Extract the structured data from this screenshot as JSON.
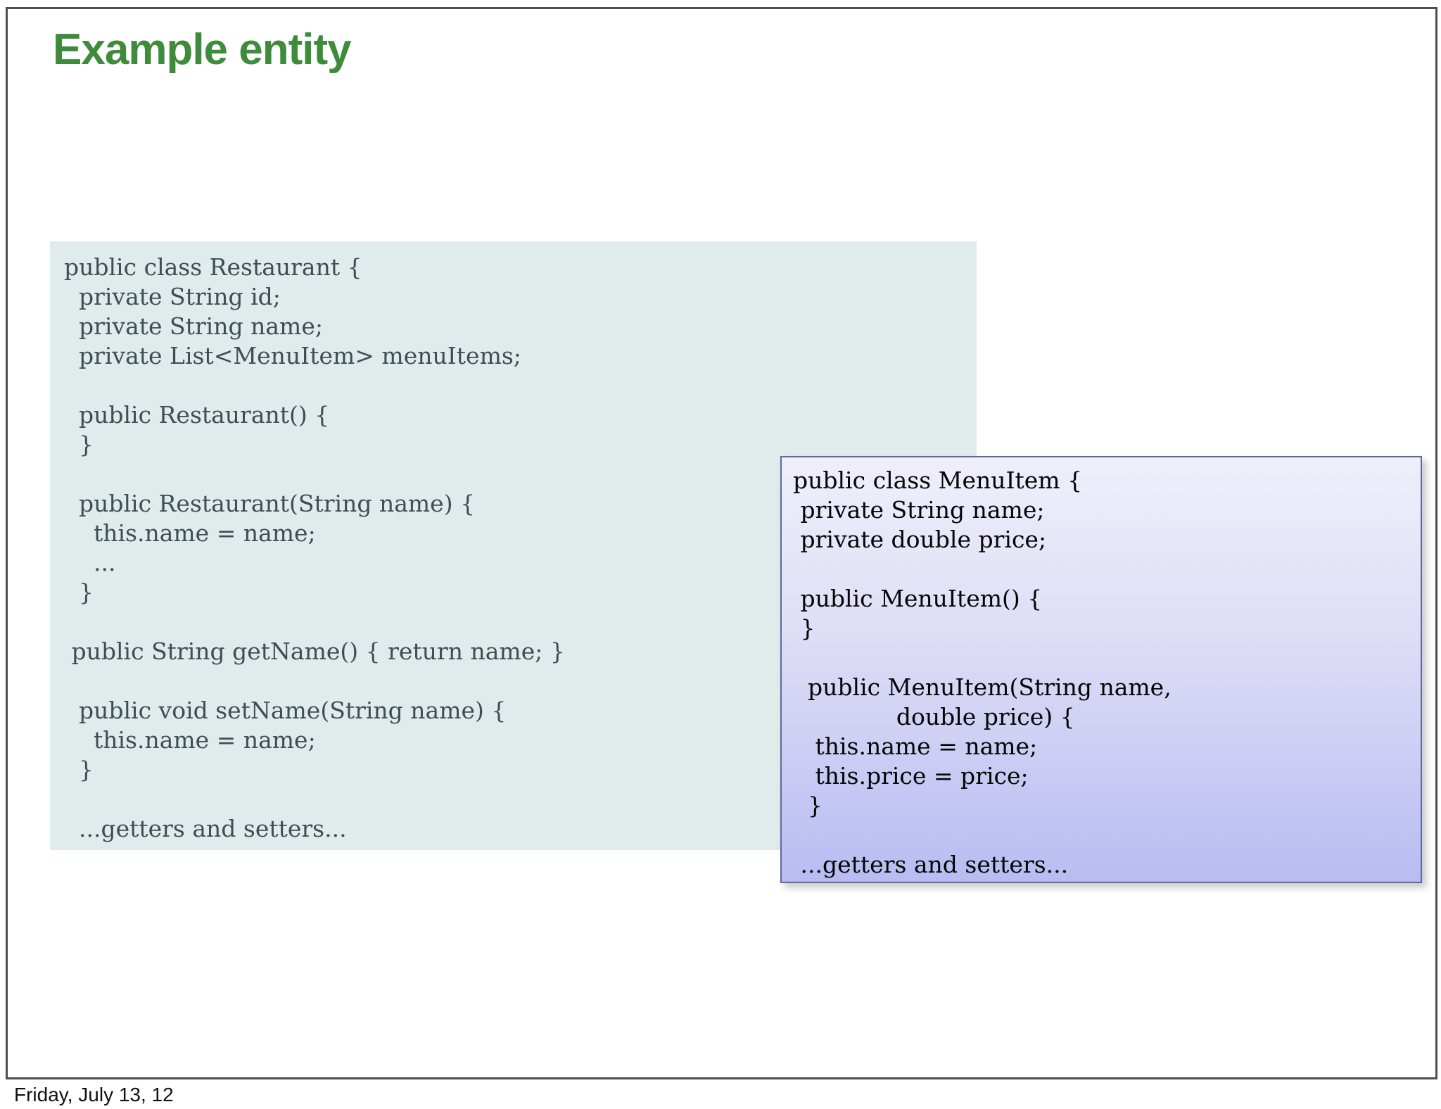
{
  "slide": {
    "title": "Example entity",
    "footer": "Friday, July 13, 12",
    "colors": {
      "title_green": "#3e8b3b",
      "slide_border": "#4e4e4e",
      "restaurant_box_bg": "#e0ebec",
      "restaurant_box_text": "#3f4e50",
      "menuitem_box_border": "#62679e",
      "menuitem_box_gradient_top": "#efeffb",
      "menuitem_box_gradient_bottom": "#b8bcf1",
      "menuitem_box_text": "#050505"
    },
    "boxes": {
      "restaurant": {
        "language": "java",
        "class_name": "Restaurant",
        "code": "public class Restaurant {\n  private String id;\n  private String name;\n  private List<MenuItem> menuItems;\n\n  public Restaurant() {\n  }\n\n  public Restaurant(String name) {\n    this.name = name;\n    ...\n  }\n\n public String getName() { return name; }\n\n  public void setName(String name) {\n    this.name = name;\n  }\n\n  ...getters and setters..."
      },
      "menuitem": {
        "language": "java",
        "class_name": "MenuItem",
        "code": "public class MenuItem {\n private String name;\n private double price;\n\n public MenuItem() {\n }\n\n  public MenuItem(String name,\n              double price) {\n   this.name = name;\n   this.price = price;\n  }\n\n ...getters and setters..."
      }
    }
  }
}
